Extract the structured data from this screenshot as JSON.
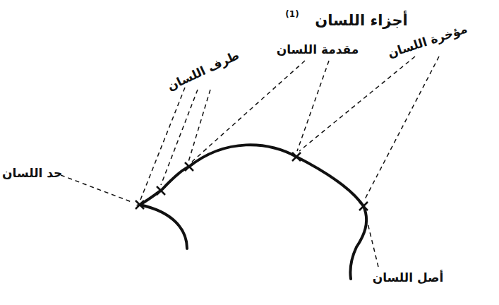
{
  "diagram": {
    "title": "أجزاء اللسان",
    "labels": [
      "(1)",
      "طرف اللسان",
      "مقدمة اللسان",
      "مؤخرة اللسان",
      "حد اللسان",
      "أصل اللسان"
    ]
  }
}
